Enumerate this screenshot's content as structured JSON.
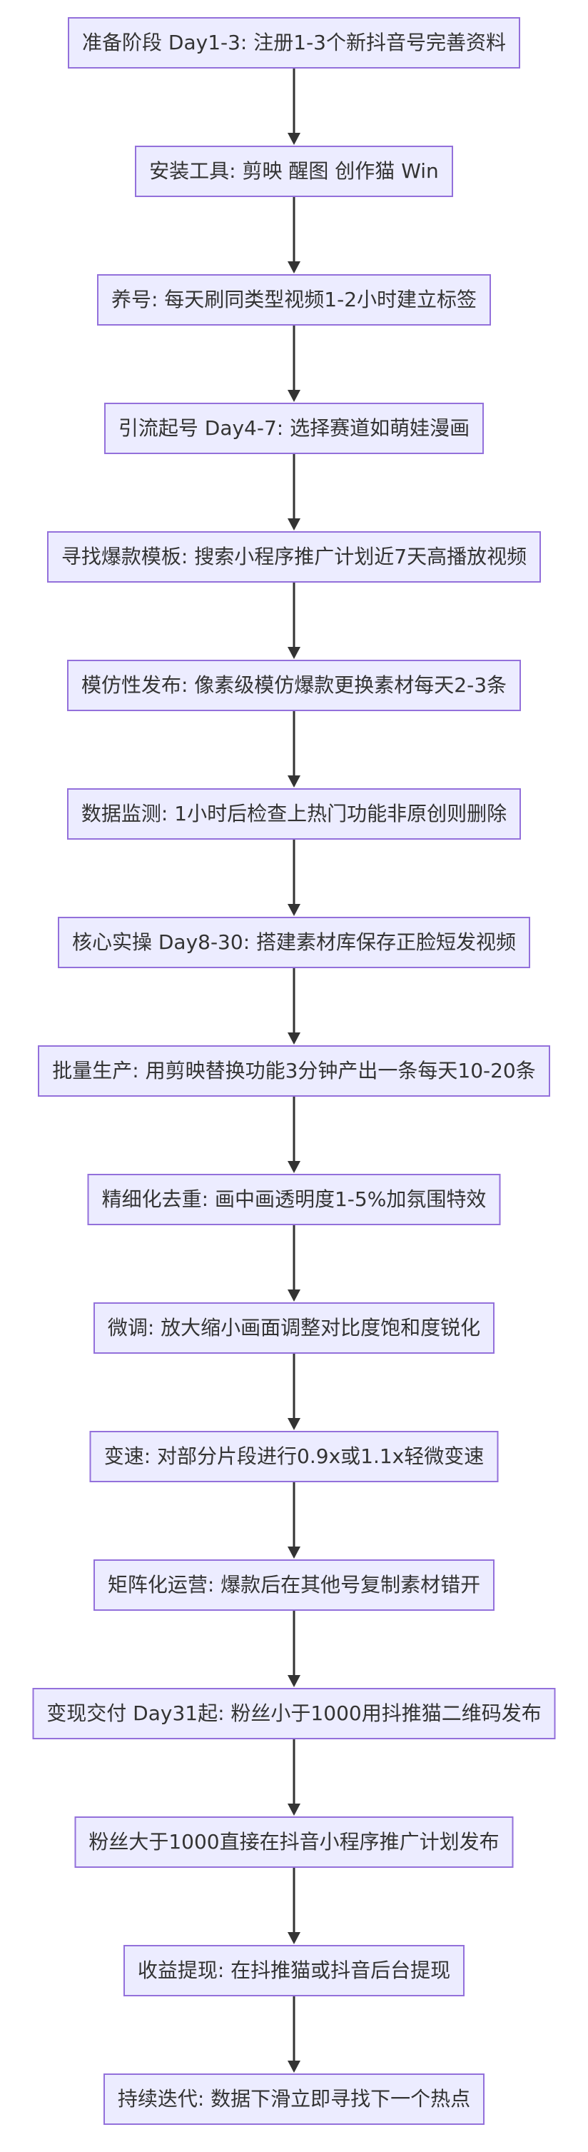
{
  "colors": {
    "node_fill": "#ECECFF",
    "node_border": "#9370DB",
    "edge": "#333333",
    "text": "#333333"
  },
  "steps": [
    "准备阶段 Day1-3: 注册1-3个新抖音号完善资料",
    "安装工具: 剪映 醒图 创作猫 Win",
    "养号: 每天刷同类型视频1-2小时建立标签",
    "引流起号 Day4-7: 选择赛道如萌娃漫画",
    "寻找爆款模板: 搜索小程序推广计划近7天高播放视频",
    "模仿性发布: 像素级模仿爆款更换素材每天2-3条",
    "数据监测: 1小时后检查上热门功能非原创则删除",
    "核心实操 Day8-30: 搭建素材库保存正脸短发视频",
    "批量生产: 用剪映替换功能3分钟产出一条每天10-20条",
    "精细化去重: 画中画透明度1-5%加氛围特效",
    "微调: 放大缩小画面调整对比度饱和度锐化",
    "变速: 对部分片段进行0.9x或1.1x轻微变速",
    "矩阵化运营: 爆款后在其他号复制素材错开",
    "变现交付 Day31起: 粉丝小于1000用抖推猫二维码发布",
    "粉丝大于1000直接在抖音小程序推广计划发布",
    "收益提现: 在抖推猫或抖音后台提现",
    "持续迭代: 数据下滑立即寻找下一个热点"
  ]
}
